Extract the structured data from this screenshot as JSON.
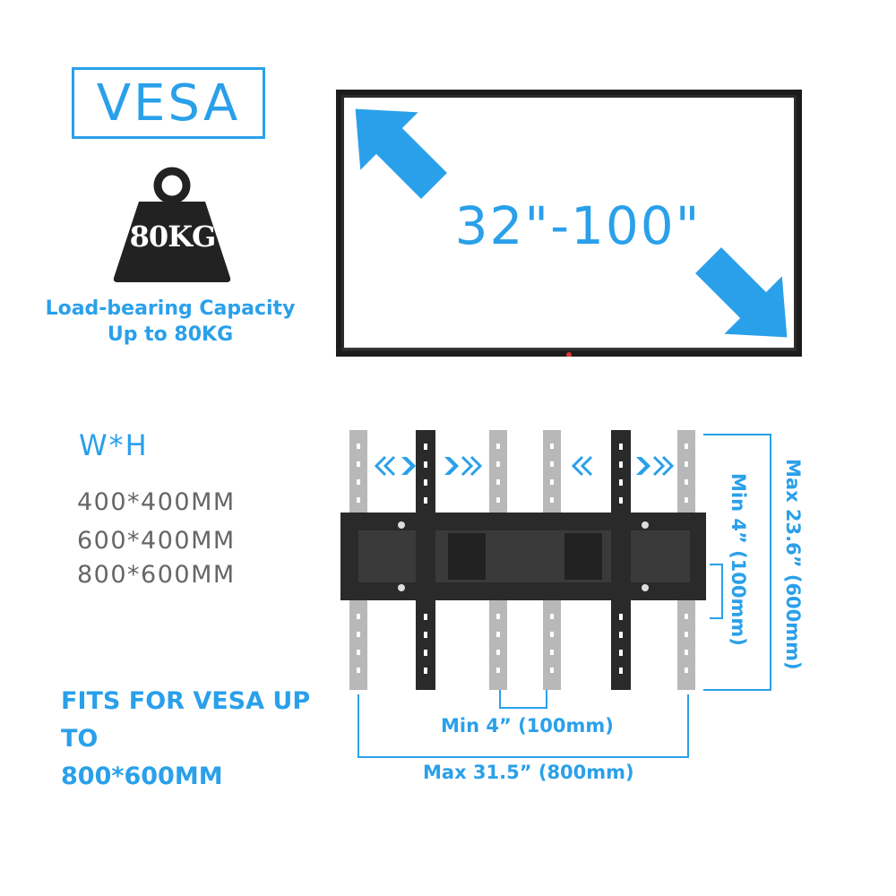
{
  "vesa_label": "VESA",
  "weight_badge": "80KG",
  "capacity": {
    "line1": "Load-bearing Capacity",
    "line2": "Up to 80KG"
  },
  "tv_size": "32\"-100\"",
  "wh_label": "W*H",
  "vesa_sizes": [
    "400*400MM",
    "600*400MM",
    "800*600MM"
  ],
  "fits": {
    "line1": "FITS FOR VESA UP TO",
    "line2": "800*600MM"
  },
  "dimensions": {
    "min_horizontal": "Min 4” (100mm)",
    "max_horizontal": "Max 31.5” (800mm)",
    "min_vertical": "Min 4” (100mm)",
    "max_vertical": "Max 23.6” (600mm)"
  },
  "colors": {
    "accent": "#2aa0ea",
    "gray_text": "#666666",
    "dark": "#222222"
  }
}
